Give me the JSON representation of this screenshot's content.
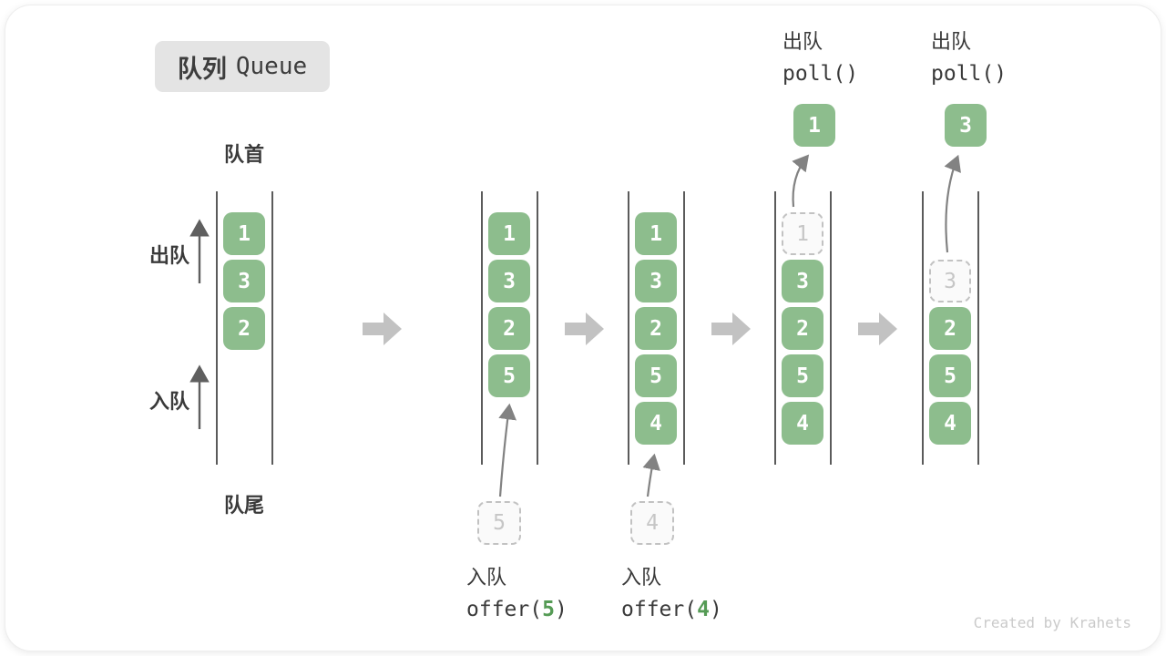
{
  "title": {
    "cn": "队列",
    "en": "Queue"
  },
  "side_labels": {
    "front": "队首",
    "rear": "队尾",
    "dequeue": "出队",
    "enqueue": "入队"
  },
  "queues": {
    "q1": {
      "items": [
        "1",
        "3",
        "2"
      ]
    },
    "q2": {
      "items": [
        "1",
        "3",
        "2",
        "5"
      ],
      "incoming": "5"
    },
    "q3": {
      "items": [
        "1",
        "3",
        "2",
        "5",
        "4"
      ],
      "incoming": "4"
    },
    "q4": {
      "ghost": "1",
      "items": [
        "3",
        "2",
        "5",
        "4"
      ],
      "result": "1"
    },
    "q5": {
      "ghost": "3",
      "items": [
        "2",
        "5",
        "4"
      ],
      "result": "3"
    }
  },
  "operations": {
    "offer5": {
      "label": "入队",
      "code_prefix": "offer(",
      "arg": "5",
      "code_suffix": ")"
    },
    "offer4": {
      "label": "入队",
      "code_prefix": "offer(",
      "arg": "4",
      "code_suffix": ")"
    },
    "poll_a": {
      "label": "出队",
      "code": "poll()"
    },
    "poll_b": {
      "label": "出队",
      "code": "poll()"
    }
  },
  "watermark": "Created by Krahets",
  "colors": {
    "box_green": "#8dbd8d",
    "arg_green": "#559b55",
    "block_arrow_gray": "#c2c2c2",
    "rail_gray": "#5b5b5b",
    "badge_bg": "#e4e4e4",
    "text_dark": "#3a3a3a",
    "ghost_gray": "#c6c6c6"
  }
}
